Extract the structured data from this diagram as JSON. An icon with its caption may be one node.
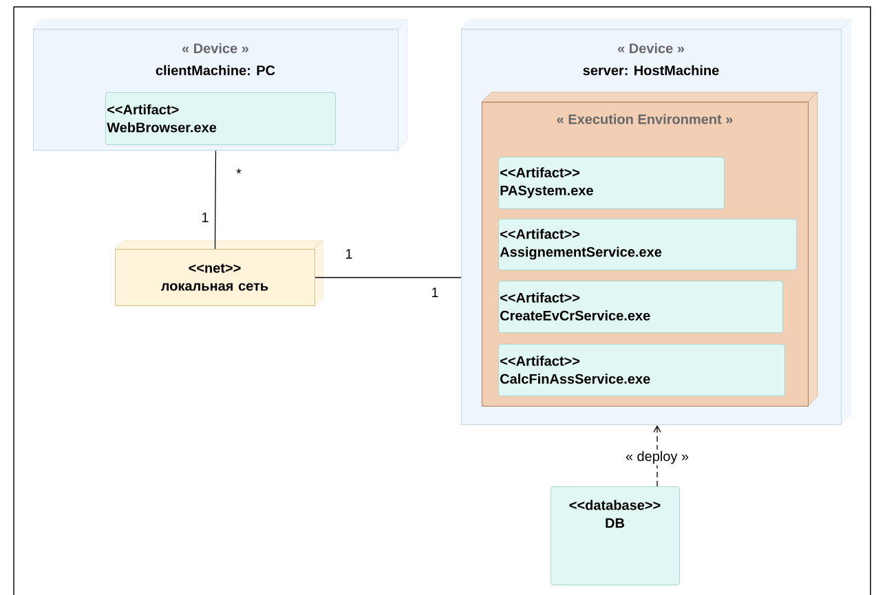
{
  "diagram": {
    "nodes": [
      {
        "text": [
          "« Device »",
          "clientMachine: PC"
        ]
      },
      {
        "text": [
          "<<Artifact> WebBrowser.exe"
        ],
        "in": 0
      },
      {
        "text": [
          "« Device »",
          "server: HostMachine"
        ]
      },
      {
        "text": [
          "« Execution Environment »"
        ],
        "in": 2
      },
      {
        "text": [
          "<<Artifact>> PASystem.exe"
        ],
        "in": 3
      },
      {
        "text": [
          "<<Artifact>> AssignementService.exe"
        ],
        "in": 3
      },
      {
        "text": [
          "<<Artifact>> CreateEvCrService.exe"
        ],
        "in": 3
      },
      {
        "text": [
          "<<Artifact>> CalcFinAssService.exe"
        ],
        "in": 3
      },
      {
        "text": [
          "<<net>> локальная сеть"
        ]
      },
      {
        "text": [
          "<<database>> DB"
        ]
      }
    ],
    "edges": [
      {
        "from": 0,
        "to": 8,
        "arrow": "none"
      },
      {
        "from": 8,
        "to": 2,
        "arrow": "none"
      },
      {
        "from": 9,
        "to": 2,
        "arrow": "to",
        "style": "dashed",
        "label": "« deploy »"
      }
    ],
    "labels": [
      "*",
      "1",
      "1",
      "1"
    ]
  }
}
